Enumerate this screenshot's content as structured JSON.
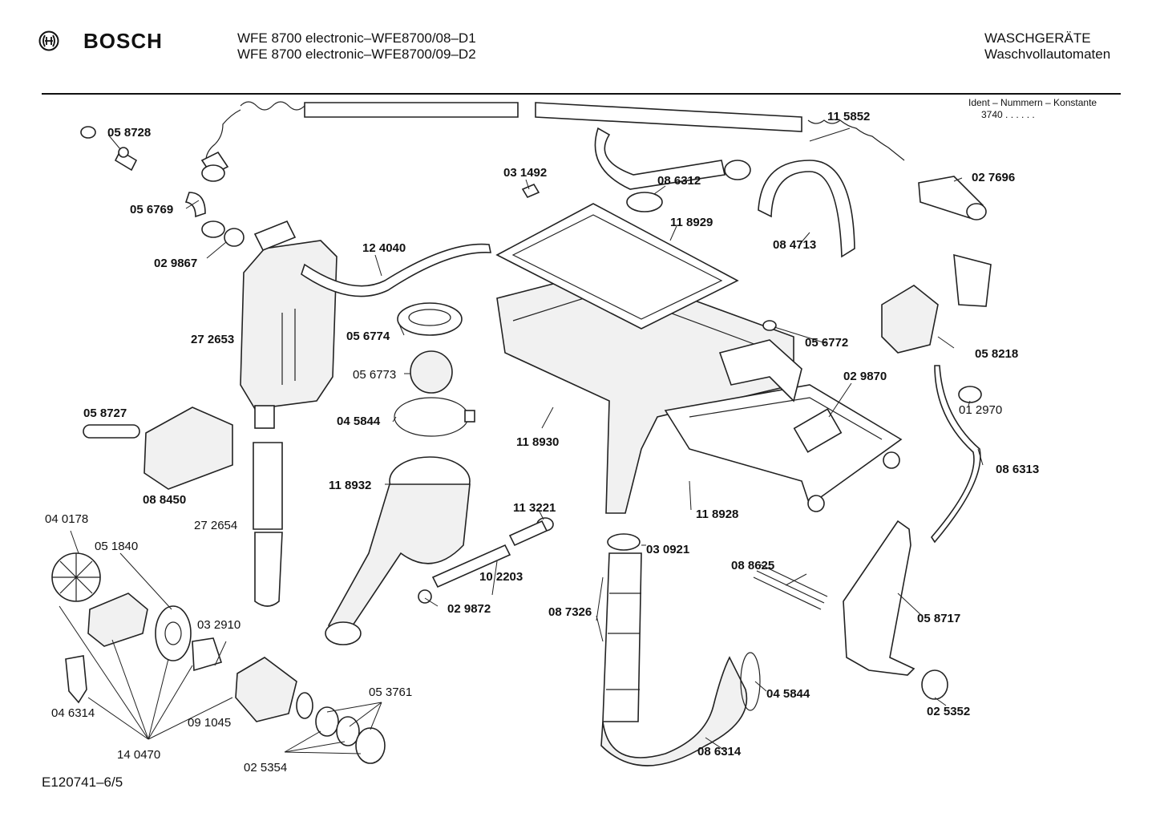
{
  "header": {
    "brand": "BOSCH",
    "model_line_1": "WFE 8700 electronic–WFE8700/08–D1",
    "model_line_2": "WFE 8700 electronic–WFE8700/09–D2",
    "category_1": "WASCHGERÄTE",
    "category_2": "Waschvollautomaten",
    "ident_label": "Ident – Nummern – Konstante",
    "ident_value": "3740 . . . . . ."
  },
  "footer": {
    "doc_code": "E120741–6/5"
  },
  "labels": {
    "p058728": "05 8728",
    "p056769": "05 6769",
    "p029867": "02 9867",
    "p124040": "12 4040",
    "p272653": "27 2653",
    "p058727": "05 8727",
    "p088450": "08 8450",
    "p040178": "04 0178",
    "p051840": "05 1840",
    "p272654": "27 2654",
    "p032910": "03 2910",
    "p046314": "04 6314",
    "p091045": "09 1045",
    "p140470": "14 0470",
    "p025354": "02 5354",
    "p053761": "05 3761",
    "p056774": "05 6774",
    "p056773": "05 6773",
    "p045844a": "04 5844",
    "p118932": "11 8932",
    "p118930": "11 8930",
    "p113221": "11 3221",
    "p102203": "10 2203",
    "p029872": "02 9872",
    "p031492": "03 1492",
    "p086312": "08 6312",
    "p118929": "11 8929",
    "p115852": "11 5852",
    "p084713": "08 4713",
    "p027696": "02 7696",
    "p056772": "05 6772",
    "p029870": "02 9870",
    "p058218": "05 8218",
    "p012970": "01 2970",
    "p086313": "08 6313",
    "p118928": "11 8928",
    "p030921": "03 0921",
    "p087326": "08 7326",
    "p088625": "08 8625",
    "p058717": "05 8717",
    "p045844b": "04 5844",
    "p025352": "02 5352",
    "p086314": "08 6314"
  }
}
